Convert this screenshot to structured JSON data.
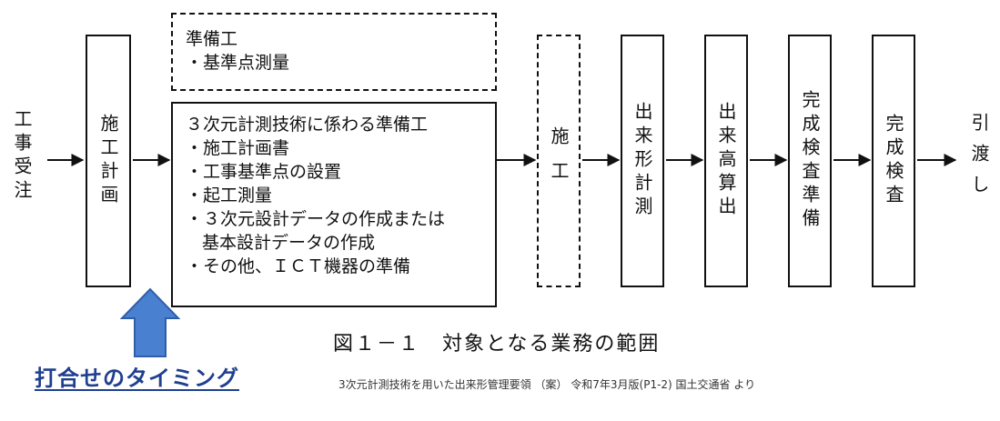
{
  "start_label": "工事受注",
  "plan_box": "施工計画",
  "prep_box": {
    "title": "準備工",
    "items": [
      "・基準点測量"
    ]
  },
  "main_box": {
    "title": "３次元計測技術に係わる準備工",
    "items": [
      "・施工計画書",
      "・工事基準点の設置",
      "・起工測量",
      "・３次元設計データの作成または",
      "基本設計データの作成",
      "・その他、ＩＣＴ機器の準備"
    ]
  },
  "construction_box": "施工",
  "steps": [
    "出来形計測",
    "出来高算出",
    "完成検査準備",
    "完成検査"
  ],
  "end_label": "引渡し",
  "caption": "図１－１　対象となる業務の範囲",
  "timing_label": "打合せのタイミング",
  "source_note": "3次元計測技術を用いた出来形管理要領 （案） 令和7年3月版(P1-2) 国土交通省 より"
}
